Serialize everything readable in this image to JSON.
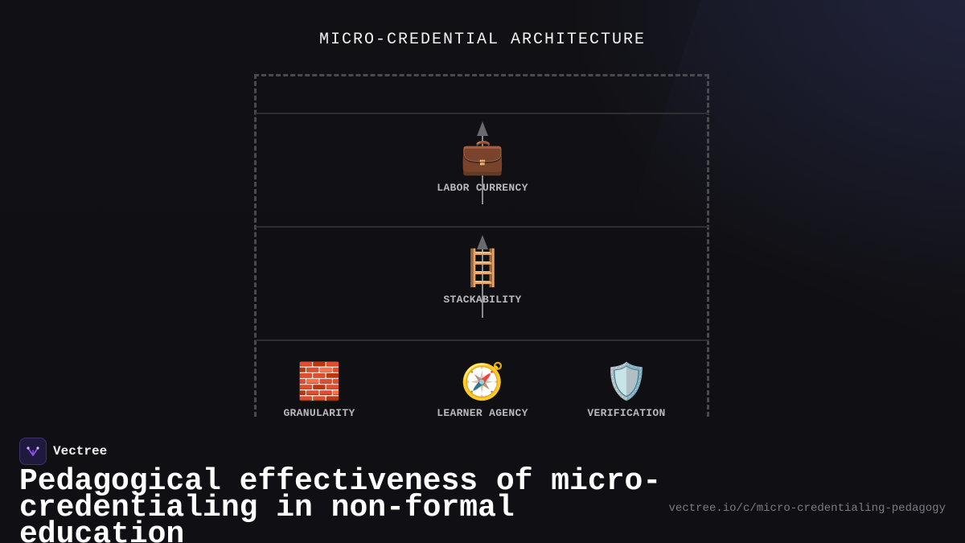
{
  "diagram": {
    "title": "MICRO-CREDENTIAL ARCHITECTURE",
    "top_node": {
      "icon": "💼",
      "icon_name": "briefcase-icon",
      "label": "LABOR CURRENCY"
    },
    "middle_node": {
      "icon": "🪜",
      "icon_name": "ladder-icon",
      "label": "STACKABILITY"
    },
    "base_nodes": [
      {
        "icon": "🧱",
        "icon_name": "brick-icon",
        "label": "GRANULARITY"
      },
      {
        "icon": "🧭",
        "icon_name": "compass-icon",
        "label": "LEARNER AGENCY"
      },
      {
        "icon": "🛡️",
        "icon_name": "shield-icon",
        "label": "VERIFICATION"
      }
    ]
  },
  "footer": {
    "brand_name": "Vectree",
    "headline": "Pedagogical effectiveness of micro-credentialing in non-formal education",
    "url": "vectree.io/c/micro-credentialing-pedagogy"
  },
  "colors": {
    "background": "#111115",
    "frame": "#4a4a4e",
    "label": "#b8b8bc",
    "brand_accent": "#7b3fe4"
  }
}
